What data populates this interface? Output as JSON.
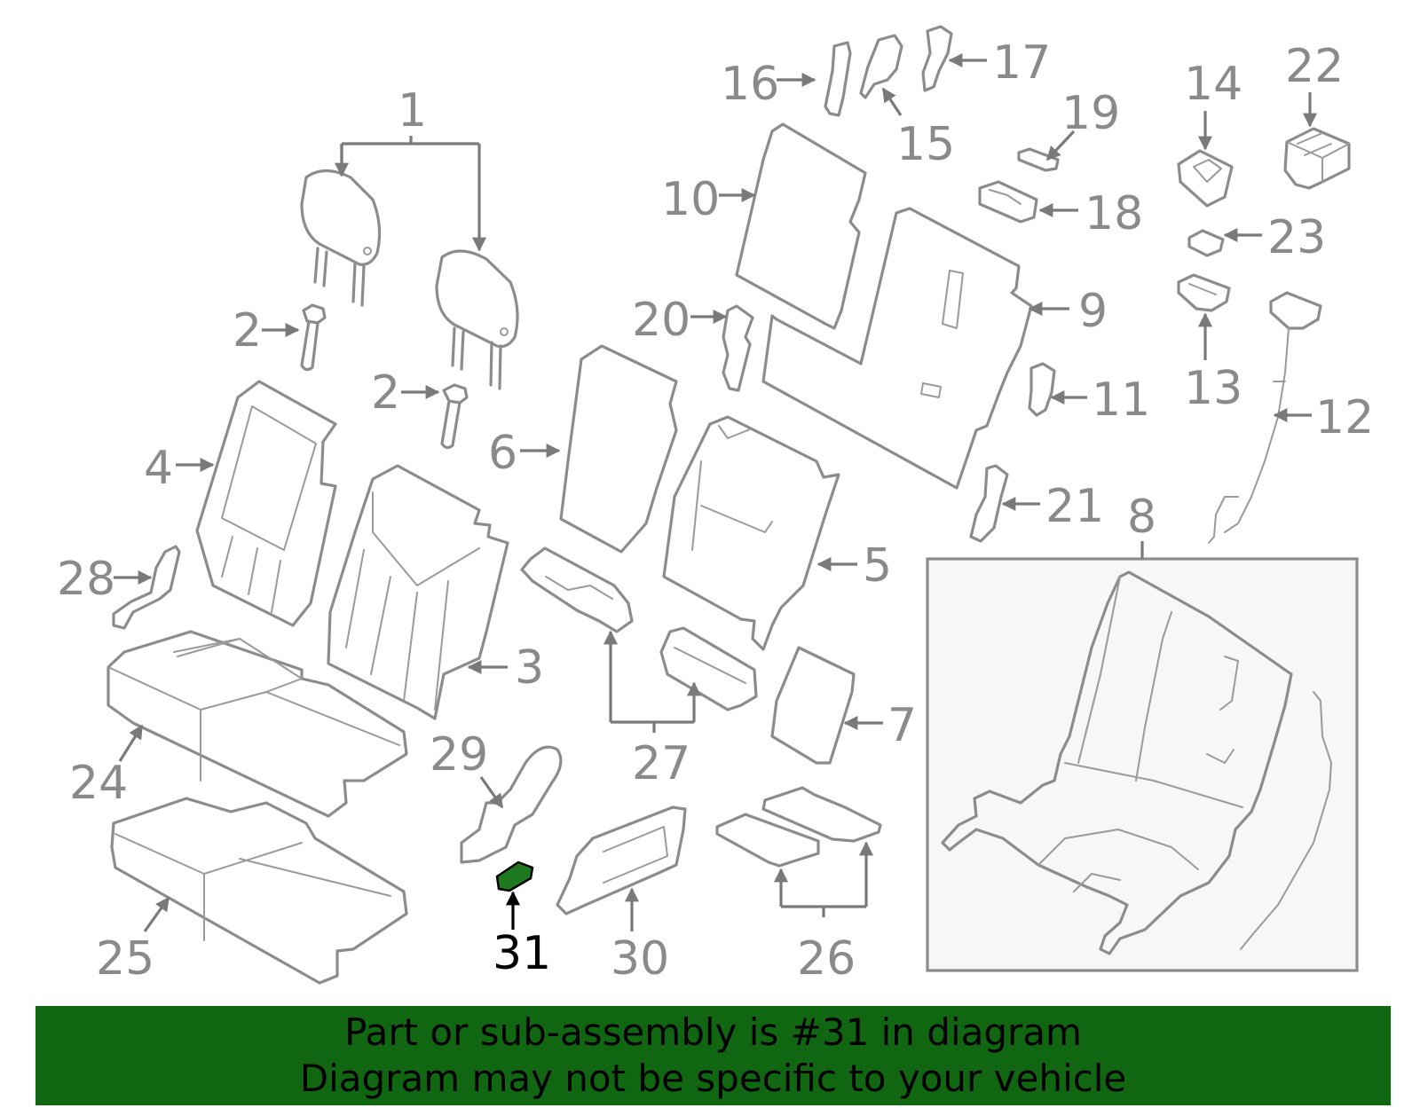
{
  "colors": {
    "line": "#8c8c8c",
    "label": "#8a8a8a",
    "highlight_fill": "#1f7a1f",
    "highlight_label": "#000000",
    "banner": "#116611",
    "inset_fill": "#f7f7f7"
  },
  "highlighted_part": "31",
  "callouts": [
    "1",
    "2",
    "3",
    "4",
    "5",
    "6",
    "7",
    "8",
    "9",
    "10",
    "11",
    "12",
    "13",
    "14",
    "15",
    "16",
    "17",
    "18",
    "19",
    "20",
    "21",
    "22",
    "23",
    "24",
    "25",
    "26",
    "27",
    "28",
    "29",
    "30",
    "31"
  ],
  "banner": {
    "line1": "Part or sub-assembly is #31 in diagram",
    "line2": "Diagram may not be specific to your vehicle"
  }
}
